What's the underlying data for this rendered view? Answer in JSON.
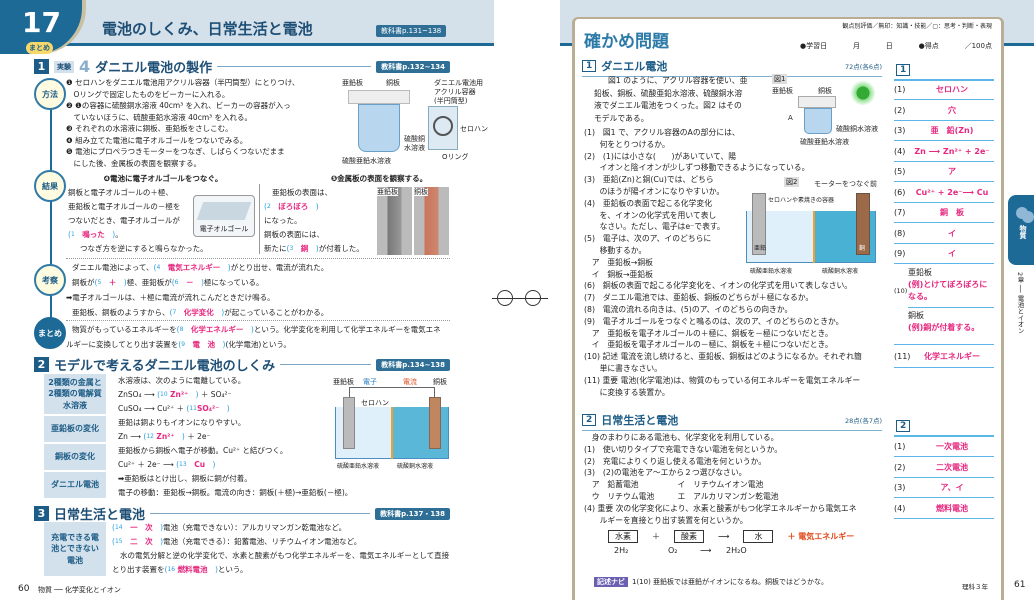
{
  "left": {
    "chapter_no": "17",
    "chapter_tag": "まとめ",
    "title": "電池のしくみ、日常生活と電池",
    "title_ref": "教科書p.131~138",
    "s1": {
      "num": "1",
      "badge": "実験",
      "badge_no": "4",
      "title": "ダニエル電池の製作",
      "ref": "教科書p.132~134",
      "method_label": "方法",
      "steps": [
        "❶ セロハンをダニエル電池用アクリル容器（半円筒型）にとりつけ、",
        "　Oリングで固定したものをビーカーに入れる。",
        "❷ ❶の容器に硫酸銅水溶液 40cm³ を入れ、ビーカーの容器が入っ",
        "　ていないほうに、硫酸亜鉛水溶液 40cm³ を入れる。",
        "❸ それぞれの水溶液に銅板、亜鉛板をさしこむ。",
        "❹ 組み立てた電池に電子オルゴールをつないでみる。",
        "❺ 電池にプロペラつきモーターをつなぎ、しばらくつないだまま",
        "　にした後、金属板の表面を観察する。"
      ],
      "fig_labels": [
        "亜鉛板",
        "銅板",
        "ダニエル電池用",
        "アクリル容器",
        "(半円筒型)",
        "セロハン",
        "Oリング",
        "硫酸銅",
        "水溶液",
        "硫酸亜鉛水溶液"
      ],
      "result_label": "結果",
      "r4_head": "❹電池に電子オルゴールをつなぐ。",
      "r4_lines": [
        "銅板と電子オルゴールの＋極、",
        "亜鉛板と電子オルゴールの－極を",
        "つないだとき、電子オルゴールが"
      ],
      "a1": {
        "n": "1",
        "v": "鳴った"
      },
      "r4_after": "。",
      "r4_last": "つなぎ方を逆にすると鳴らなかった。",
      "orgel_label": "電子オルゴール",
      "r5_head": "❺金属板の表面を観察する。",
      "r5_l1": "亜鉛板の表面は、",
      "a2": {
        "n": "2",
        "v": "ぼろぼろ"
      },
      "r5_l2": "になった。",
      "r5_l3": "銅板の表面には、",
      "r5_l4a": "新たに",
      "a3": {
        "n": "3",
        "v": "銅"
      },
      "r5_l4b": "が付着した。",
      "photo_labels": [
        "亜鉛板",
        "銅板"
      ],
      "consider_label": "考察",
      "c_l1a": "ダニエル電池によって、",
      "a4": {
        "n": "4",
        "v": "電気エネルギー"
      },
      "c_l1b": "がとり出せ、電流が流れた。",
      "c_l2a": "銅板が",
      "a5": {
        "n": "5",
        "v": "＋"
      },
      "c_l2b": "極、亜鉛板が",
      "a6": {
        "n": "6",
        "v": "－"
      },
      "c_l2c": "極になっている。",
      "c_l3": "➡電子オルゴールは、＋極に電流が流れこんだときだけ鳴る。",
      "c_l4a": "亜鉛板、銅板のようすから、",
      "a7": {
        "n": "7",
        "v": "化学変化"
      },
      "c_l4b": "が起こっていることがわかる。",
      "summary_label": "まとめ",
      "m_l1a": "物質がもっているエネルギーを",
      "a8": {
        "n": "8",
        "v": "化学エネルギー"
      },
      "m_l1b": "という。化学変化を利用して化学エネルギーを電気エネ",
      "m_l2a": "ルギーに変換してとり出す装置を",
      "a9": {
        "n": "9",
        "v": "電　池"
      },
      "m_l2b": "(化学電池)という。"
    },
    "s2": {
      "num": "2",
      "title": "モデルで考えるダニエル電池のしくみ",
      "ref": "教科書p.134~138",
      "rows": [
        {
          "label": "2種類の金属と2種類の電解質水溶液"
        },
        {
          "label": "亜鉛板の変化"
        },
        {
          "label": "銅板の変化"
        },
        {
          "label": "ダニエル電池"
        }
      ],
      "t1": "水溶液は、次のように電離している。",
      "t2a": "ZnSO₄ ⟶",
      "a10": {
        "n": "10",
        "v": "Zn²⁺"
      },
      "t2b": "＋ SO₄²⁻",
      "t3a": "CuSO₄ ⟶ Cu²⁺ ＋",
      "a11": {
        "n": "11",
        "v": "SO₄²⁻"
      },
      "t4": "亜鉛は銅よりもイオンになりやすい。",
      "t5a": "Zn ⟶",
      "a12": {
        "n": "12",
        "v": "Zn²⁺"
      },
      "t5b": "＋ 2e⁻",
      "t6": "亜鉛板から銅板へ電子が移動。Cu²⁺ と結びつく。",
      "t7a": "Cu²⁺ ＋ 2e⁻ ⟶",
      "a13": {
        "n": "13",
        "v": "Cu"
      },
      "t8": "➡亜鉛板はとけ出し、銅板に銅が付着。",
      "t9": "電子の移動：亜鉛板→銅板。電流の向き：銅板(＋極)→亜鉛板(－極)。",
      "fig_labels": [
        "亜鉛板",
        "電子",
        "電流",
        "銅板",
        "セロハン",
        "硫酸亜鉛水溶液",
        "硫酸銅水溶液"
      ]
    },
    "s3": {
      "num": "3",
      "title": "日常生活と電池",
      "ref": "教科書p.137・138",
      "label": "充電できる電池とできない電池",
      "a14": {
        "n": "14",
        "v": "一　次"
      },
      "l1": "電池（充電できない）：アルカリマンガン乾電池など。",
      "a15": {
        "n": "15",
        "v": "二　次"
      },
      "l2": "電池（充電できる）：鉛蓄電池、リチウムイオン電池など。",
      "l3": "水の電気分解と逆の化学変化で、水素と酸素がもつ化学エネルギーを、電気エネルギーとして直接",
      "l4a": "とり出す装置を",
      "a16": {
        "n": "16",
        "v": "燃料電池"
      },
      "l4b": "という。"
    },
    "footer": {
      "page": "60",
      "subject": "物質 ── 化学変化とイオン"
    }
  },
  "right": {
    "title": "確かめ問題",
    "criteria": "観点別評価／無印：知識・技能／▢：思考・判断・表現",
    "study_date": "●学習日",
    "month": "月",
    "day": "日",
    "score_label": "●得点",
    "score_max": "／100点",
    "q1": {
      "num": "1",
      "title": "ダニエル電池",
      "points": "72点(各6点)",
      "intro": [
        "図1 のように、アクリル容器を使い、亜",
        "鉛板、銅板、硫酸亜鉛水溶液、硫酸銅水溶",
        "液でダニエル電池をつくった。図2 はその",
        "モデルである。"
      ],
      "qs": [
        "(1)　図1 で、アクリル容器のAの部分には、",
        "　　何をとりつけるか。",
        "(2)　(1)には小さな(　　)があいていて、陽",
        "　　イオンと陰イオンが少しずつ移動できるようになっている。",
        "(3)　亜鉛(Zn)と銅(Cu)では、どちら",
        "　　のほうが陽イオンになりやすいか。",
        "(4)　亜鉛板の表面で起こる化学変化",
        "　　を、イオンの化学式を用いて表し",
        "　　なさい。ただし、電子はe⁻で表す。",
        "(5)　電子は、次のア、イのどちらに",
        "　　移動するか。",
        "　ア　亜鉛板→銅板",
        "　イ　銅板→亜鉛板",
        "(6)　銅板の表面で起こる化学変化を、イオンの化学式を用いて表しなさい。",
        "(7)　ダニエル電池では、亜鉛板、銅板のどちらが＋極になるか。",
        "(8)　電流の流れる向きは、(5)のア、イのどちらの向きか。",
        "(9)　電子オルゴールをつなぐと鳴るのは、次のア、イのどちらのときか。",
        "　ア　亜鉛板を電子オルゴールの＋極に、銅板を－極につないだとき。",
        "　イ　亜鉛板を電子オルゴールの－極に、銅板を＋極につないだとき。",
        "(10) 記述 電流を流し続けると、亜鉛板、銅板はどのようになるか。それぞれ簡",
        "　　単に書きなさい。",
        "(11) 重要 電池(化学電池)は、物質のもっている何エネルギーを電気エネルギー",
        "　　に変換する装置か。"
      ],
      "fig1": "図1",
      "fig2": "図2",
      "fig1_labels": [
        "亜鉛板",
        "銅板",
        "A",
        "硫酸銅水溶液",
        "硫酸亜鉛水溶液"
      ],
      "fig2_labels": [
        "モーターをつなぐ前",
        "セロハンや素焼きの容器",
        "亜鉛",
        "銅",
        "硫酸亜鉛水溶液",
        "硫酸銅水溶液"
      ],
      "answers": [
        {
          "k": "(1)",
          "v": "セロハン"
        },
        {
          "k": "(2)",
          "v": "穴"
        },
        {
          "k": "(3)",
          "v": "亜　鉛(Zn)"
        },
        {
          "k": "(4)",
          "v": "Zn ⟶ Zn²⁺ + 2e⁻"
        },
        {
          "k": "(5)",
          "v": "ア"
        },
        {
          "k": "(6)",
          "v": "Cu²⁺ + 2e⁻⟶ Cu"
        },
        {
          "k": "(7)",
          "v": "銅　板"
        },
        {
          "k": "(8)",
          "v": "イ"
        },
        {
          "k": "(9)",
          "v": "イ"
        }
      ],
      "a10_k": "(10)",
      "a10_zn": "亜鉛板",
      "a10_zn_v": "(例)とけてぼろぼろになる。",
      "a10_cu": "銅板",
      "a10_cu_v": "(例)銅が付着する。",
      "a11": {
        "k": "(11)",
        "v": "化学エネルギー"
      }
    },
    "q2": {
      "num": "2",
      "title": "日常生活と電池",
      "points": "28点(各7点)",
      "lines": [
        "　身のまわりにある電池も、化学変化を利用している。",
        "(1)　使い切りタイプで充電できない電池を何というか。",
        "(2)　充電によりくり返し使える電池を何というか。",
        "(3)　(2)の電池をア～エから２つ選びなさい。",
        "　ア　鉛蓄電池　　　　　イ　リチウムイオン電池",
        "　ウ　リチウム電池　　　エ　アルカリマンガン乾電池",
        "(4) 重要 次の化学変化により、水素と酸素がもつ化学エネルギーから電気エネ",
        "　　ルギーを直接とり出す装置を何というか。"
      ],
      "eq": [
        "水素",
        "＋",
        "酸素",
        "⟶",
        "水",
        "＋ 電気エネルギー"
      ],
      "eq2": [
        "2H₂",
        "O₂",
        "⟶",
        "2H₂O"
      ],
      "answers": [
        {
          "k": "(1)",
          "v": "一次電池"
        },
        {
          "k": "(2)",
          "v": "二次電池"
        },
        {
          "k": "(3)",
          "v": "ア、イ"
        },
        {
          "k": "(4)",
          "v": "燃料電池"
        }
      ]
    },
    "hint_label": "記述ナビ",
    "hint": "1(10) 亜鉛板では亜鉛がイオンになるね。銅板ではどうかな。",
    "tab": "物質",
    "side": "2章 ── 電池とイオン",
    "footer_grade": "理科３年",
    "page": "61",
    "accent": "#1d5c86",
    "answer_color": "#e6287f"
  }
}
